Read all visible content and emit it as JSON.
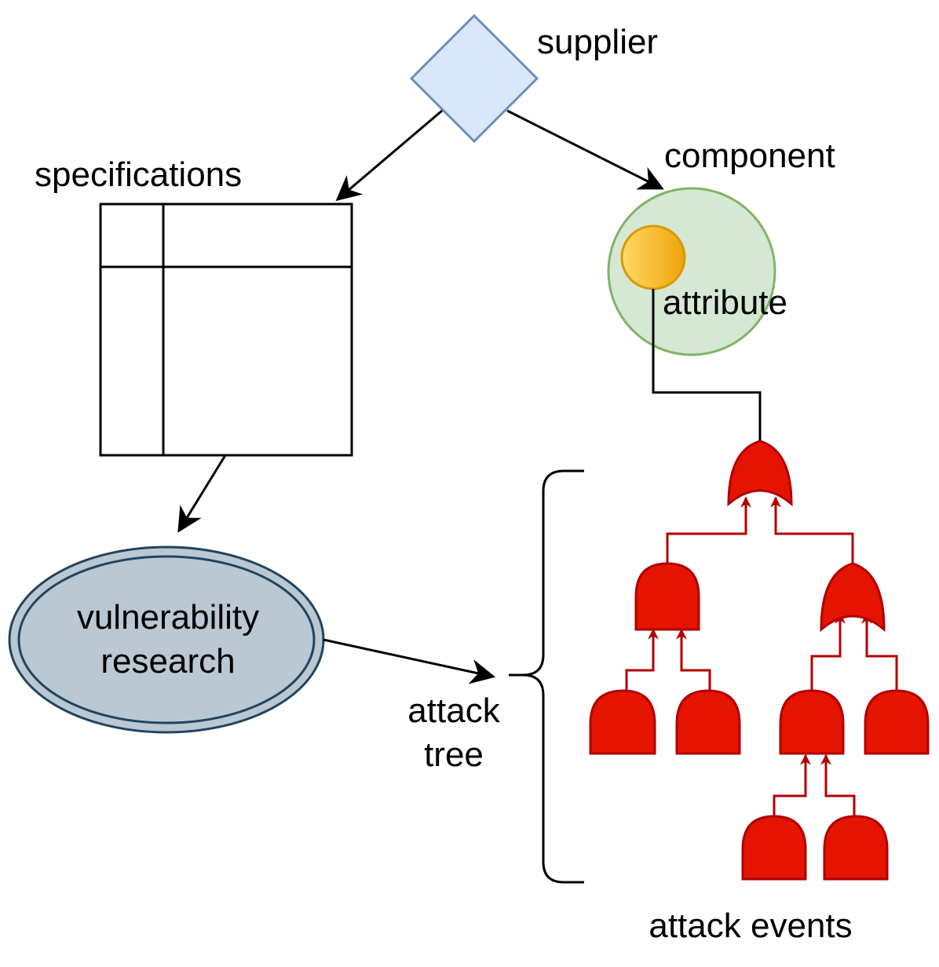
{
  "labels": {
    "supplier": "supplier",
    "component": "component",
    "specifications": "specifications",
    "attribute": "attribute",
    "vulnerability_line1": "vulnerability",
    "vulnerability_line2": "research",
    "attack_tree_line1": "attack",
    "attack_tree_line2": "tree",
    "attack_events": "attack events"
  },
  "colors": {
    "supplier_fill": "#dae8fc",
    "supplier_stroke": "#6c8ebf",
    "component_fill": "#d5e8d4",
    "component_stroke": "#82b366",
    "attribute_fill_start": "#ffd966",
    "attribute_fill_end": "#f0a30a",
    "attribute_stroke": "#d79b00",
    "vulnerability_fill": "#bac8d3",
    "vulnerability_stroke": "#23445d",
    "gate_fill": "#e51400",
    "gate_stroke": "#b20000"
  }
}
